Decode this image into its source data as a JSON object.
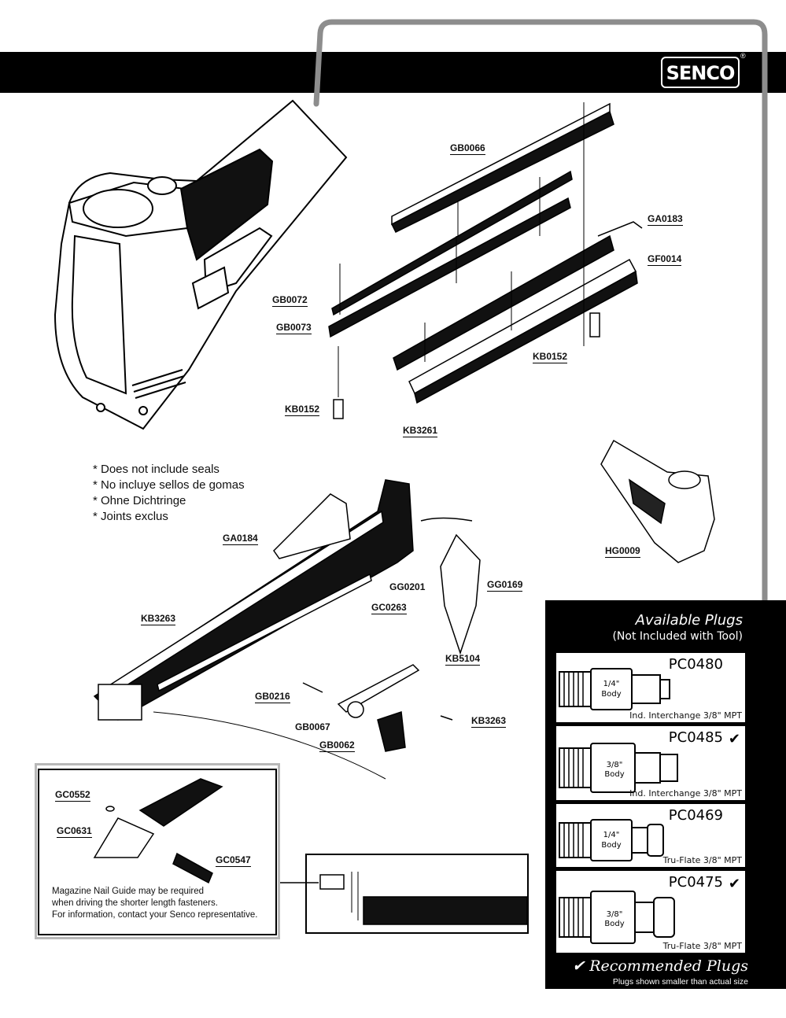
{
  "brand": {
    "name": "SENCO",
    "mark": "®"
  },
  "parts": {
    "gb0066": "GB0066",
    "ga0183": "GA0183",
    "gf0014": "GF0014",
    "gb0072": "GB0072",
    "gb0073": "GB0073",
    "kb0152_a": "KB0152",
    "kb0152_b": "KB0152",
    "kb3261": "KB3261",
    "ga0184": "GA0184",
    "hg0009": "HG0009",
    "gg0201": "GG0201",
    "gg0169": "GG0169",
    "gc0263": "GC0263",
    "kb3263_a": "KB3263",
    "kb5104": "KB5104",
    "gb0216": "GB0216",
    "gb0067": "GB0067",
    "kb3263_b": "KB3263",
    "gb0062": "GB0062",
    "gc0552": "GC0552",
    "gc0631": "GC0631",
    "gc0547": "GC0547"
  },
  "seals_note": [
    "* Does not include seals",
    "* No incluye sellos de gomas",
    "* Ohne Dichtringe",
    "* Joints exclus"
  ],
  "guide_note": [
    "Magazine Nail Guide may be required",
    "when driving the shorter length fasteners.",
    "For information, contact your Senco representative."
  ],
  "plugs": {
    "title": "Available Plugs",
    "subtitle": "(Not Included with Tool)",
    "items": [
      {
        "part": "PC0480",
        "check": "",
        "body_top": "1/4\"",
        "body_bottom": "Body",
        "desc": "Ind. Interchange 3/8\" MPT"
      },
      {
        "part": "PC0485",
        "check": "✔",
        "body_top": "3/8\"",
        "body_bottom": "Body",
        "desc": "Ind. Interchange 3/8\" MPT"
      },
      {
        "part": "PC0469",
        "check": "",
        "body_top": "1/4\"",
        "body_bottom": "Body",
        "desc": "Tru-Flate 3/8\" MPT"
      },
      {
        "part": "PC0475",
        "check": "✔",
        "body_top": "3/8\"",
        "body_bottom": "Body",
        "desc": "Tru-Flate 3/8\" MPT"
      }
    ],
    "recommended": "✔ Recommended Plugs",
    "recommended_note": "Plugs shown smaller than actual size"
  }
}
